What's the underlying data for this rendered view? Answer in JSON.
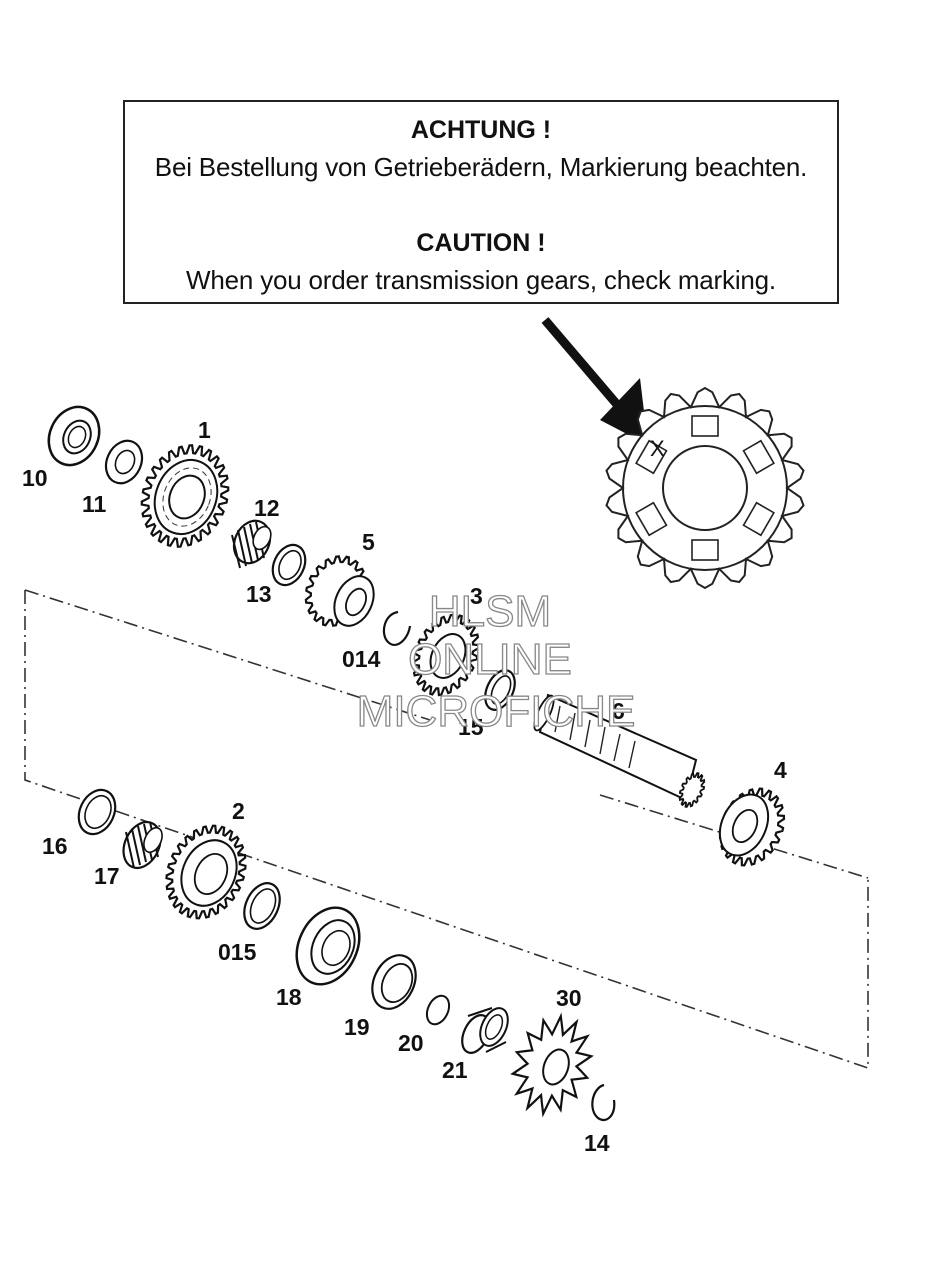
{
  "notice": {
    "heading_de": "ACHTUNG !",
    "text_de": "Bei Bestellung von Getrieberädern, Markierung beachten.",
    "heading_en": "CAUTION !",
    "text_en": "When you order transmission gears, check marking."
  },
  "marking_symbol": "X",
  "callouts": {
    "c1": "1",
    "c2": "2",
    "c3": "3",
    "c4": "4",
    "c5": "5",
    "c6": "6",
    "c10": "10",
    "c11": "11",
    "c12": "12",
    "c13": "13",
    "c014": "014",
    "c15": "15",
    "c16": "16",
    "c17": "17",
    "c015": "015",
    "c18": "18",
    "c19": "19",
    "c20": "20",
    "c21": "21",
    "c30": "30",
    "c14": "14"
  },
  "watermark": {
    "line1": "HLSM",
    "line2": "ONLINE",
    "line3": "MICROFICHE"
  }
}
